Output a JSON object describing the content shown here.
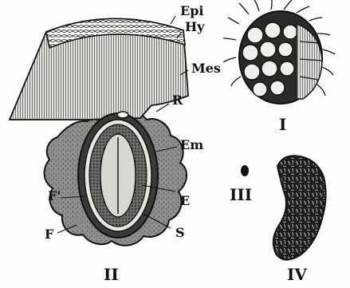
{
  "labels": {
    "epi": "Epi",
    "hy": "Hy",
    "mes": "Mes",
    "r": "R",
    "em": "Em",
    "f_prime": "F'",
    "e": "E",
    "f": "F",
    "s": "S"
  },
  "figure_numbers": {
    "i": "I",
    "ii": "II",
    "iii": "III",
    "iv": "IV"
  },
  "colors": {
    "ink": "#111111",
    "paper": "#fdfdfb",
    "flesh": "#8a8a88",
    "seed_coat": "#3a3a38",
    "dark_seed": "#1c1c1c"
  }
}
